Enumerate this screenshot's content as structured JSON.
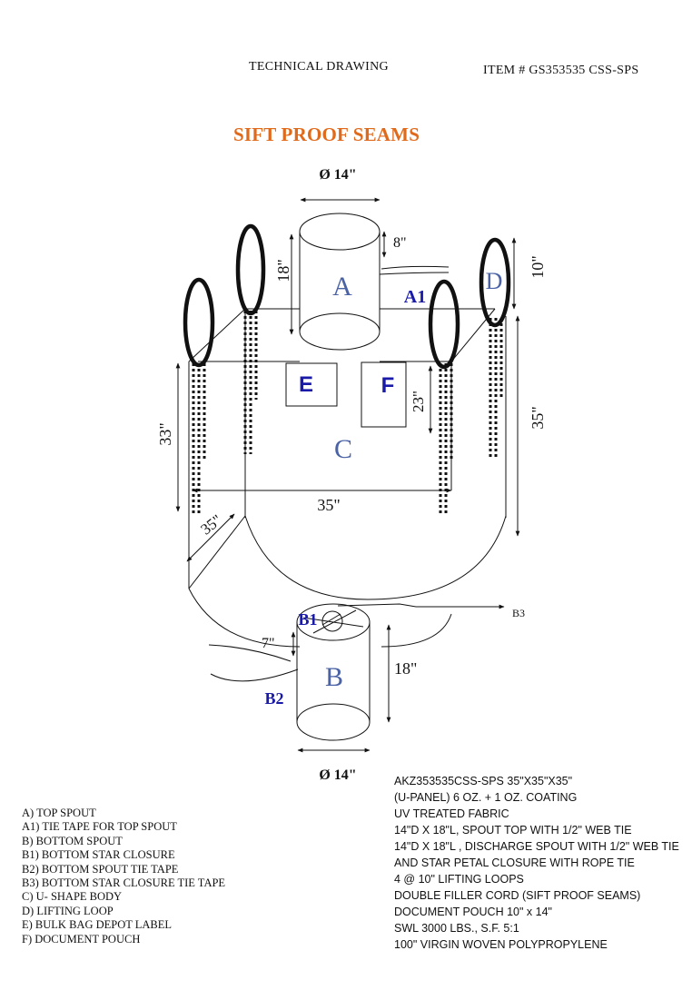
{
  "header": {
    "doc_type": "TECHNICAL  DRAWING",
    "item": "ITEM #  GS353535 CSS-SPS"
  },
  "title": "SIFT PROOF SEAMS",
  "drawing": {
    "top_diameter": "Ø 14\"",
    "bottom_diameter": "Ø 14\"",
    "dim_top_spout_height": "18\"",
    "dim_tie_tape": "8\"",
    "dim_loop": "10\"",
    "dim_body_height_right": "35\"",
    "dim_body_height_left": "33\"",
    "dim_pouch": "23\"",
    "dim_width": "35\"",
    "dim_depth": "35\"",
    "dim_bottom_tie": "7\"",
    "dim_bottom_spout_height": "18\"",
    "label_a": "A",
    "label_a1": "A1",
    "label_b": "B",
    "label_b1": "B1",
    "label_b2": "B2",
    "label_b3": "B3",
    "label_c": "C",
    "label_d": "D",
    "label_e": "E",
    "label_f": "F"
  },
  "legend": [
    "A)   TOP SPOUT",
    "A1)  TIE TAPE FOR TOP SPOUT",
    "B)   BOTTOM SPOUT",
    "B1)  BOTTOM STAR CLOSURE",
    "B2)  BOTTOM SPOUT TIE TAPE",
    "B3)  BOTTOM STAR CLOSURE TIE TAPE",
    "C)   U- SHAPE BODY",
    "D)   LIFTING LOOP",
    "E)   BULK BAG DEPOT LABEL",
    "F)   DOCUMENT POUCH"
  ],
  "specs": [
    "AKZ353535CSS-SPS  35\"X35\"X35\"",
    "(U-PANEL) 6 OZ. + 1 OZ. COATING",
    "UV TREATED FABRIC",
    "14\"D X 18\"L, SPOUT TOP WITH 1/2\" WEB TIE",
    "14\"D X 18\"L , DISCHARGE SPOUT WITH 1/2\" WEB TIE",
    "AND STAR PETAL CLOSURE  WITH ROPE TIE",
    "4 @ 10\" LIFTING LOOPS",
    "DOUBLE FILLER CORD (SIFT PROOF SEAMS)",
    "DOCUMENT POUCH 10\" x 14\"",
    "SWL 3000 LBS., S.F. 5:1",
    "100\" VIRGIN WOVEN POLYPROPYLENE"
  ],
  "colors": {
    "title": "#e06a1b",
    "label_blue": "#1a1aa8",
    "label_light_blue": "#4a62a6",
    "line": "#111111"
  }
}
